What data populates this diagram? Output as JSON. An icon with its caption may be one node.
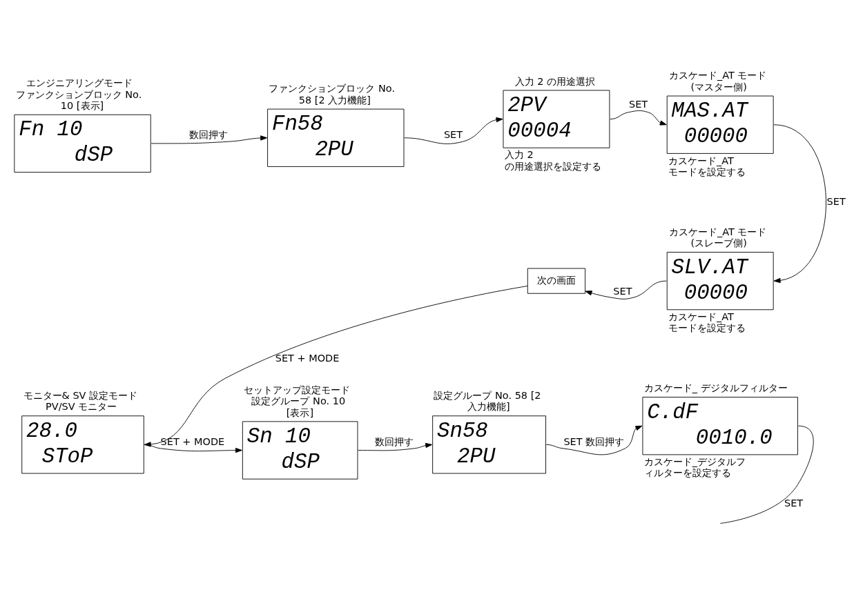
{
  "diagram": {
    "nodes": [
      {
        "text": [
          "エンジニアリングモードファンクションブロック No. 10 [表示]",
          "Fn 10",
          "dSP"
        ]
      },
      {
        "text": [
          "ファンクションブロック No. 58 [2 入力機能]",
          "Fn58",
          "2PU"
        ]
      },
      {
        "text": [
          "入力 2 の用途選択",
          "2PV",
          "00004"
        ],
        "beside": [
          "入力 2 の用途選択を設定する"
        ]
      },
      {
        "text": [
          "カスケード_AT モード (マスター側)",
          "MAS.AT",
          "00000"
        ],
        "beside": [
          "カスケード_AT モードを設定する"
        ]
      },
      {
        "text": [
          "カスケード_AT モード (スレーブ側)",
          "SLV.AT",
          "00000"
        ],
        "beside": [
          "カスケード_AT モードを設定する"
        ]
      },
      {
        "text": [
          "次の画面"
        ]
      },
      {
        "text": [
          "モニター& SV 設定モード PV/SV モニター",
          "28.0",
          "SToP"
        ]
      },
      {
        "text": [
          "セットアップ設定モード設定グループ No. 10 [表示]",
          "Sn 10",
          "dSP"
        ]
      },
      {
        "text": [
          "設定グループ No. 58 [2 入力機能]",
          "Sn58",
          "2PU"
        ]
      },
      {
        "text": [
          "カスケード_ デジタルフィルター",
          "C.dF",
          "0010.0"
        ],
        "beside": [
          "カスケード_デジタルフィルターを設定する"
        ]
      }
    ],
    "edges": [
      {
        "from": 0,
        "to": 1,
        "arrow": "to",
        "label": "数回押す"
      },
      {
        "from": 1,
        "to": 2,
        "arrow": "to",
        "label": "SET"
      },
      {
        "from": 2,
        "to": 3,
        "arrow": "to",
        "label": "SET"
      },
      {
        "from": 3,
        "to": 4,
        "arrow": "to",
        "label": "SET"
      },
      {
        "from": 4,
        "to": 5,
        "arrow": "to",
        "label": "SET"
      },
      {
        "from": 5,
        "to": 6,
        "arrow": "to",
        "label": "SET + MODE"
      },
      {
        "from": 6,
        "to": 7,
        "arrow": "to",
        "label": "SET + MODE"
      },
      {
        "from": 7,
        "to": 8,
        "arrow": "to",
        "label": "数回押す"
      },
      {
        "from": 8,
        "to": 9,
        "arrow": "to",
        "label": "SET 数回押す"
      },
      {
        "from": 9,
        "to": null,
        "arrow": "none",
        "label": "SET"
      }
    ]
  }
}
